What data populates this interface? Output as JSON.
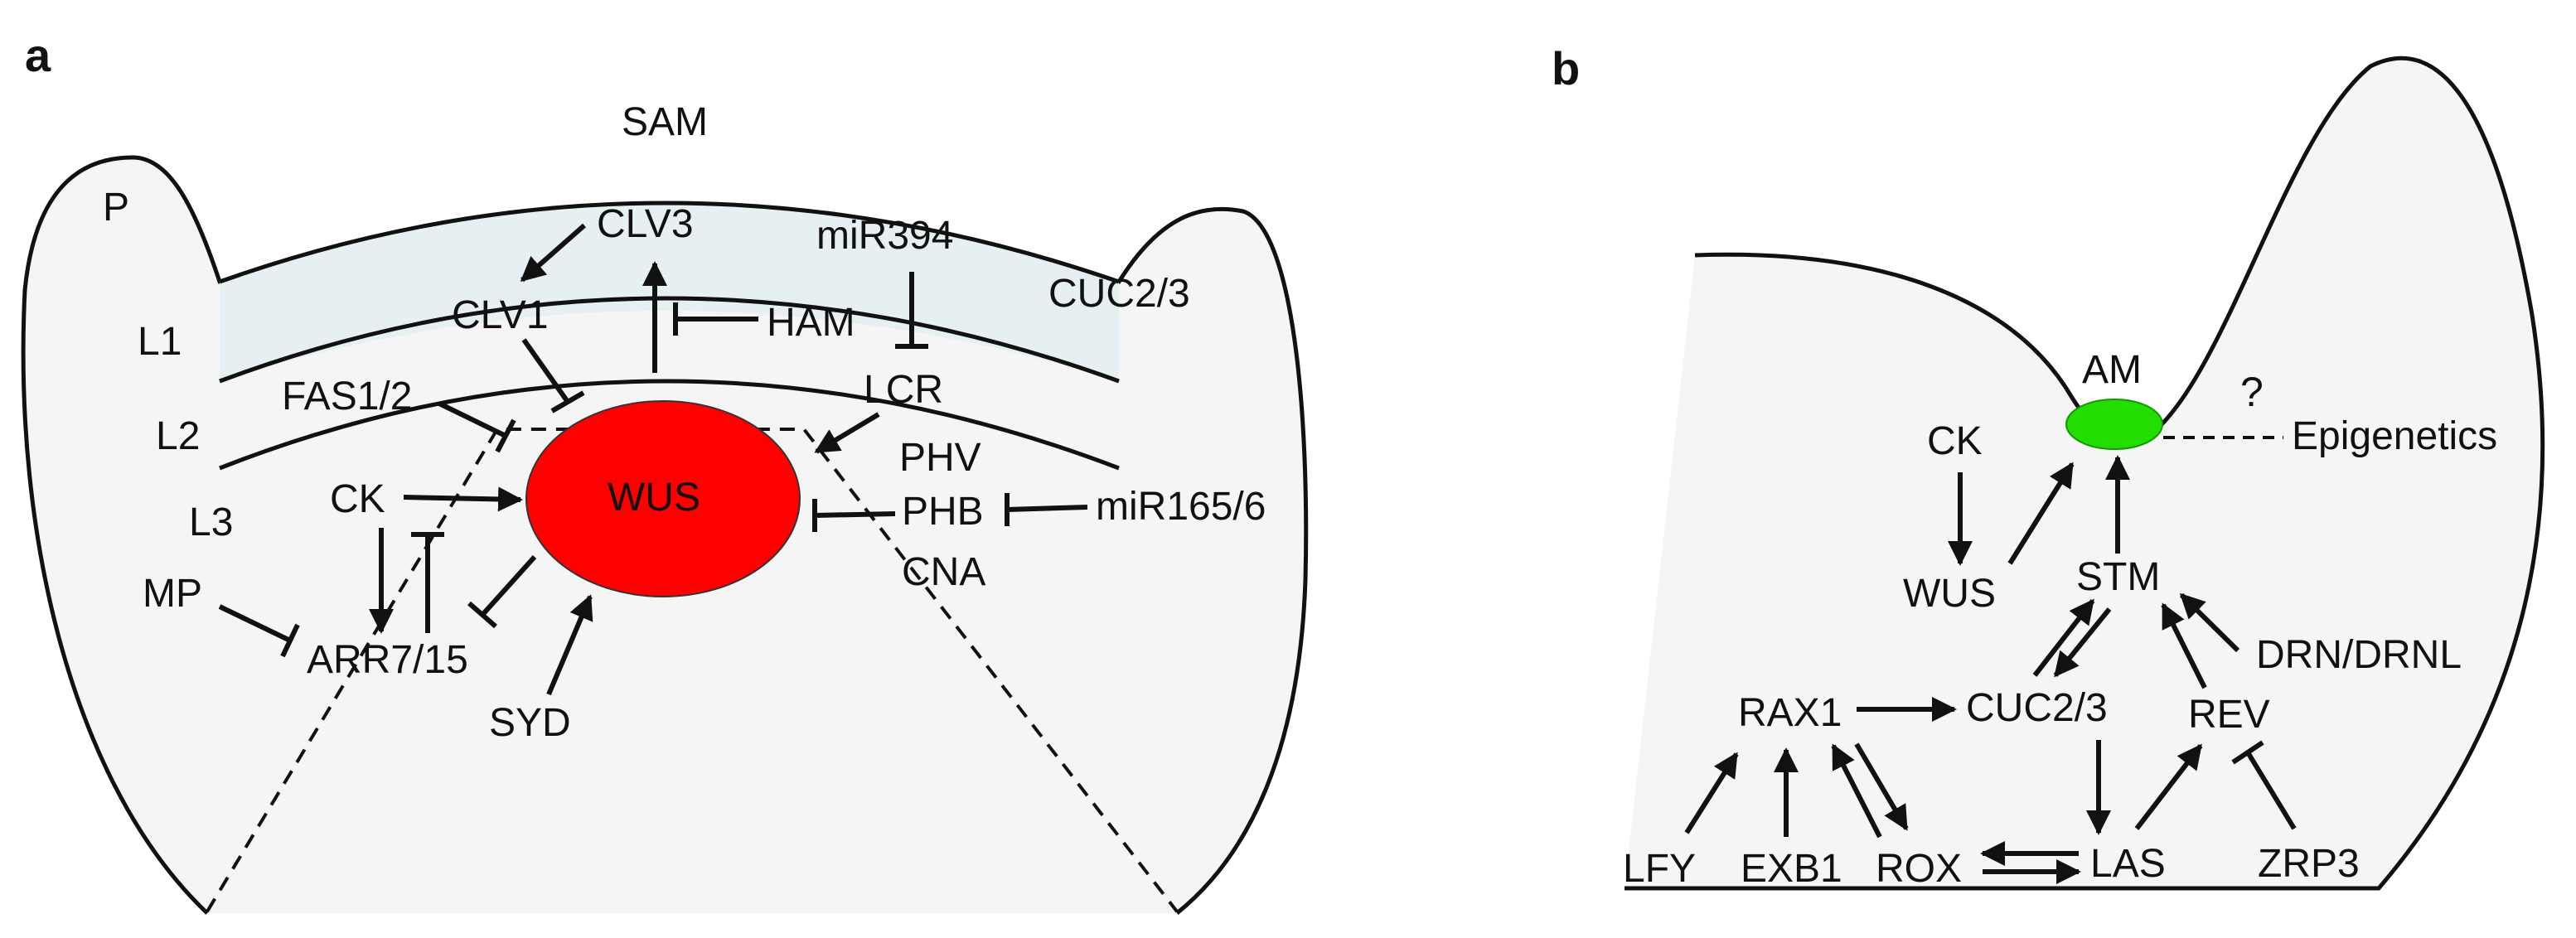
{
  "panel_a": {
    "label": "a",
    "labels": {
      "sam": "SAM",
      "p": "P",
      "l1": "L1",
      "l2": "L2",
      "l3": "L3",
      "clv3": "CLV3",
      "clv1": "CLV1",
      "mir394": "miR394",
      "cuc23": "CUC2/3",
      "ham": "HAM",
      "fas12": "FAS1/2",
      "lcr": "LCR",
      "wus": "WUS",
      "ck": "CK",
      "phv": "PHV",
      "phb": "PHB",
      "mir1656": "miR165/6",
      "cna": "CNA",
      "mp": "MP",
      "arr715": "ARR7/15",
      "syd": "SYD"
    },
    "colors": {
      "wus_fill": "#ff0000",
      "layers_fill": "#e6eff2",
      "tissue_fill": "#f5f5f5"
    }
  },
  "panel_b": {
    "label": "b",
    "labels": {
      "am": "AM",
      "question": "?",
      "epigenetics": "Epigenetics",
      "ck": "CK",
      "wus": "WUS",
      "stm": "STM",
      "drn": "DRN/DRNL",
      "rax1": "RAX1",
      "cuc23": "CUC2/3",
      "rev": "REV",
      "lfy": "LFY",
      "exb1": "EXB1",
      "rox": "ROX",
      "las": "LAS",
      "zrp3": "ZRP3"
    },
    "colors": {
      "am_fill": "#22dd00",
      "tissue_fill": "#f5f5f5"
    }
  }
}
